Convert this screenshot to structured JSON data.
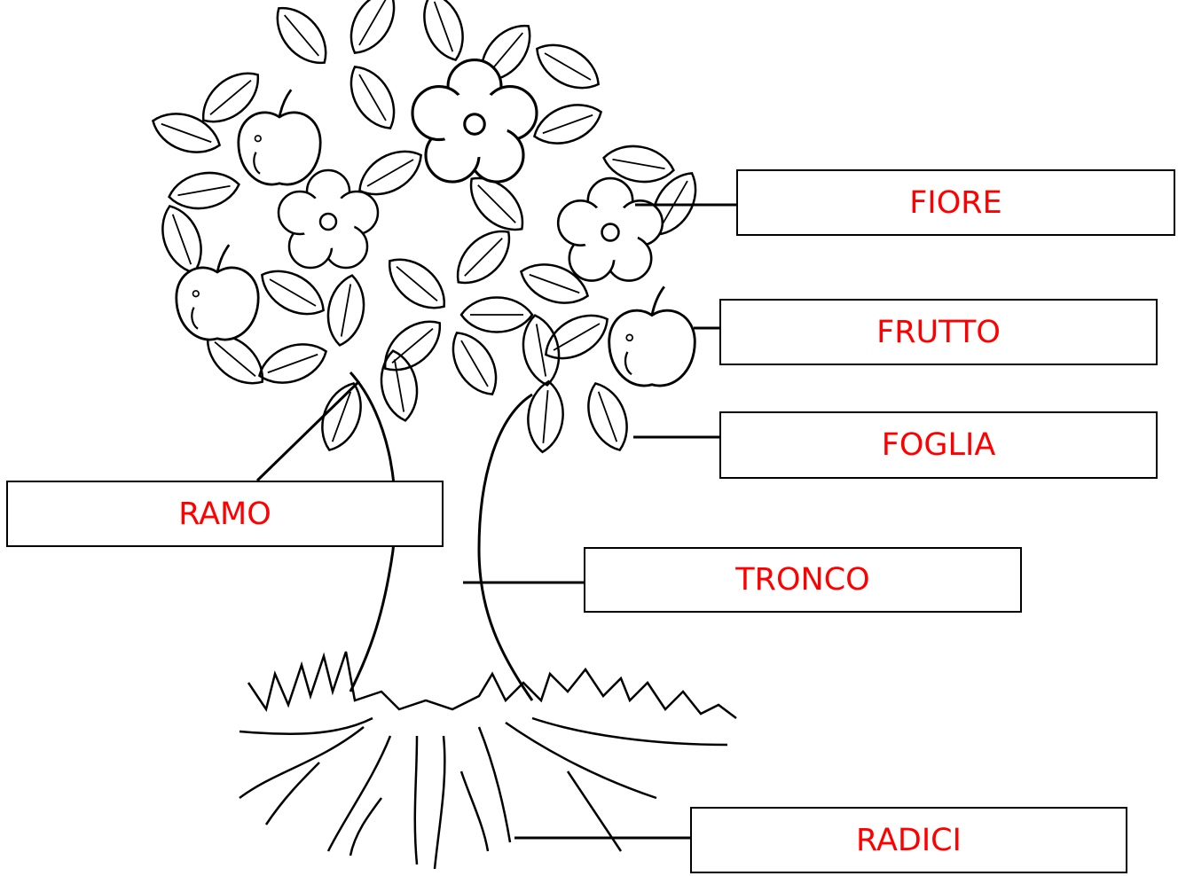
{
  "diagram": {
    "labels": {
      "fiore": "FIORE",
      "frutto": "FRUTTO",
      "foglia": "FOGLIA",
      "ramo": "RAMO",
      "tronco": "TRONCO",
      "radici": "RADICI"
    },
    "colors": {
      "label_text": "#ff0000",
      "outline": "#000000",
      "background": "#ffffff"
    }
  }
}
